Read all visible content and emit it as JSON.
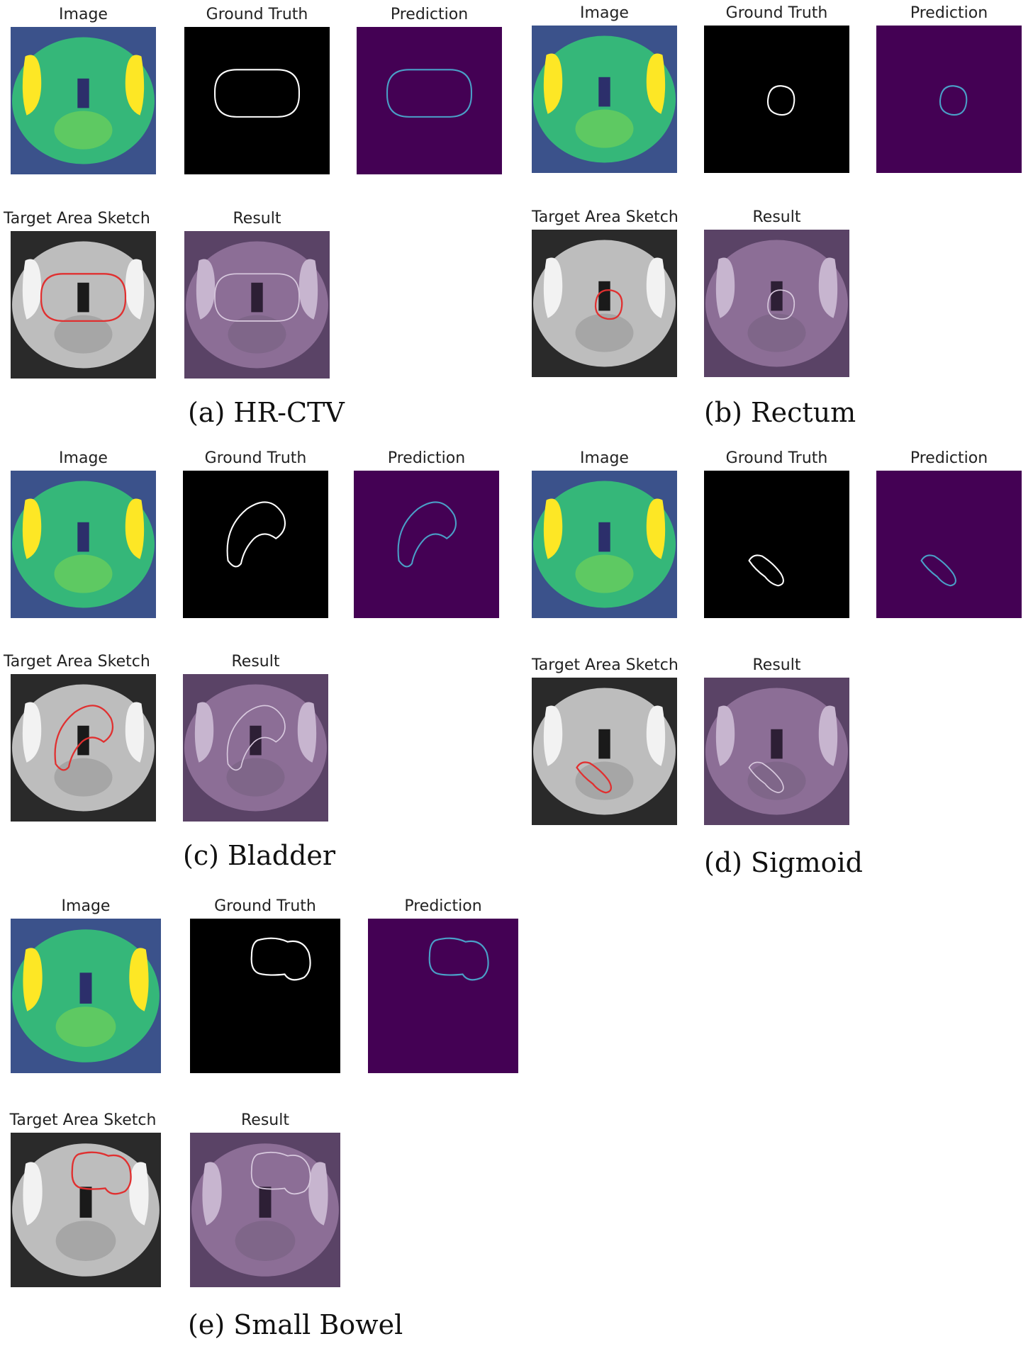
{
  "panels": [
    {
      "id": "a",
      "caption": "(a) HR-CTV",
      "labels": {
        "image": "Image",
        "ground_truth": "Ground Truth",
        "prediction": "Prediction",
        "sketch": "Target Area Sketch",
        "result": "Result"
      }
    },
    {
      "id": "b",
      "caption": "(b) Rectum",
      "labels": {
        "image": "Image",
        "ground_truth": "Ground Truth",
        "prediction": "Prediction",
        "sketch": "Target Area Sketch",
        "result": "Result"
      }
    },
    {
      "id": "c",
      "caption": "(c) Bladder",
      "labels": {
        "image": "Image",
        "ground_truth": "Ground Truth",
        "prediction": "Prediction",
        "sketch": "Target Area Sketch",
        "result": "Result"
      }
    },
    {
      "id": "d",
      "caption": "(d) Sigmoid",
      "labels": {
        "image": "Image",
        "ground_truth": "Ground Truth",
        "prediction": "Prediction",
        "sketch": "Target Area Sketch",
        "result": "Result"
      }
    },
    {
      "id": "e",
      "caption": "(e) Small Bowel",
      "labels": {
        "image": "Image",
        "ground_truth": "Ground Truth",
        "prediction": "Prediction",
        "sketch": "Target Area Sketch",
        "result": "Result"
      }
    }
  ],
  "colors": {
    "viridis_dark": "#440154",
    "viridis_mid": "#35b779",
    "viridis_light": "#fde725",
    "mask_black": "#000000",
    "contour_white": "#ffffff",
    "sketch_red": "#e03030",
    "result_purple": "#8c6e96",
    "prediction_contour": "#4aa0c8"
  }
}
